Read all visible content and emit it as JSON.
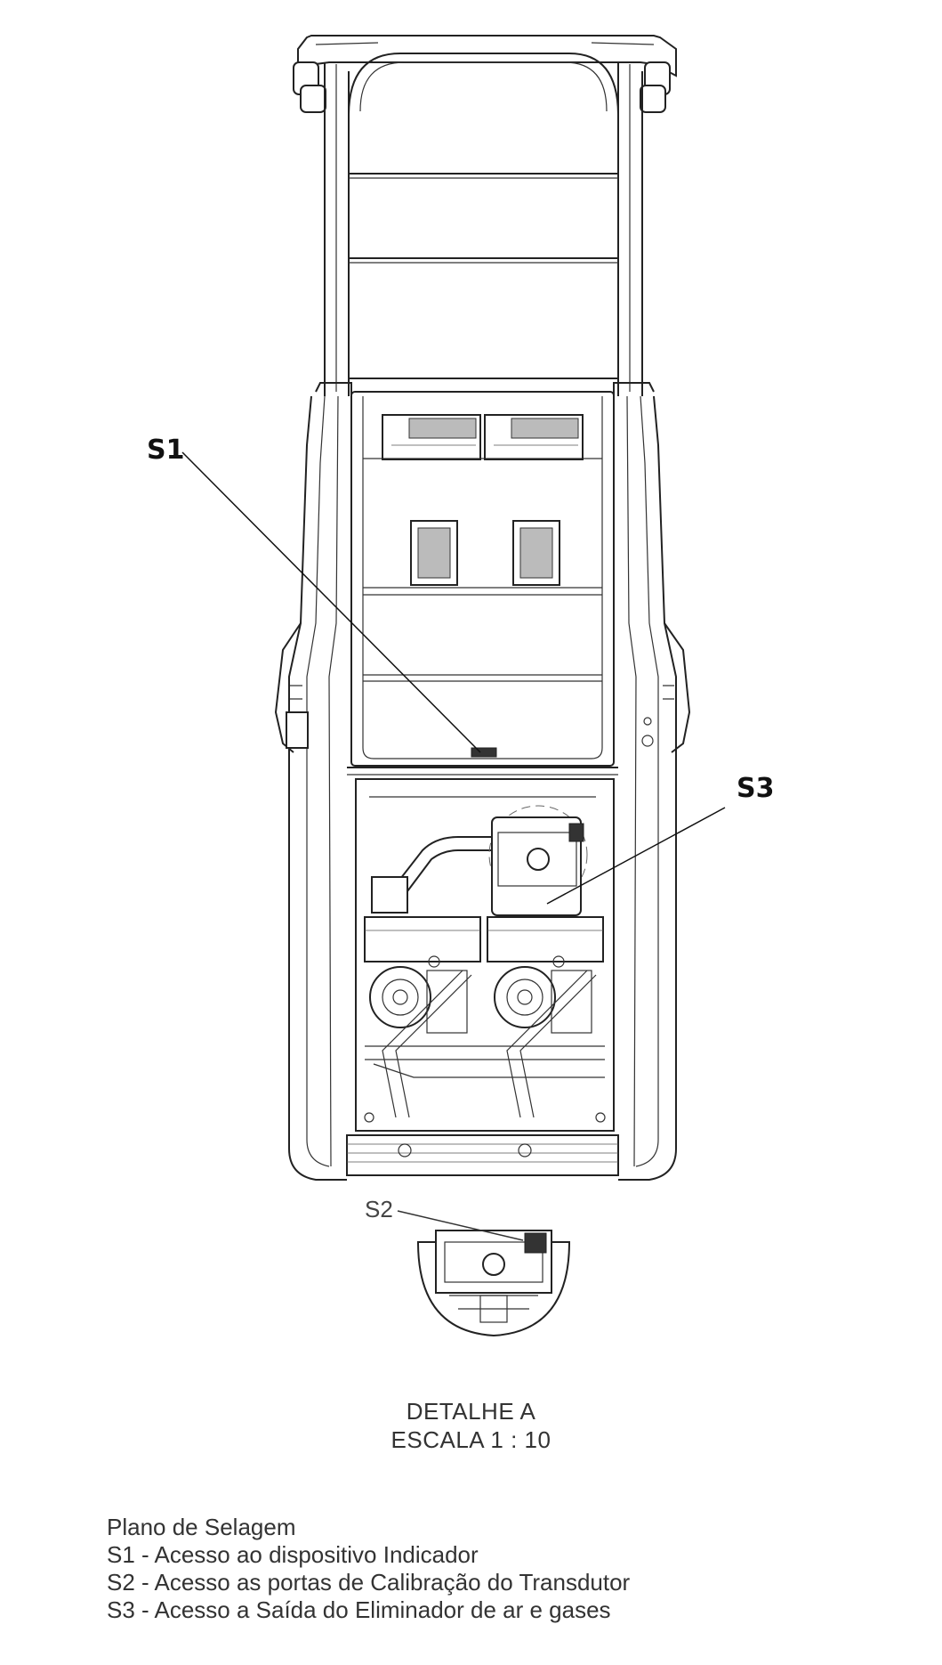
{
  "callouts": {
    "s1": "S1",
    "s2": "S2",
    "s3": "S3"
  },
  "detail": {
    "title": "DETALHE A",
    "scale": "ESCALA 1 : 10"
  },
  "legend": {
    "title": "Plano de Selagem",
    "items": [
      "S1 - Acesso ao dispositivo Indicador",
      "S2 - Acesso as portas de Calibração do Transdutor",
      "S3 - Acesso a Saída do Eliminador de ar e gases"
    ]
  }
}
